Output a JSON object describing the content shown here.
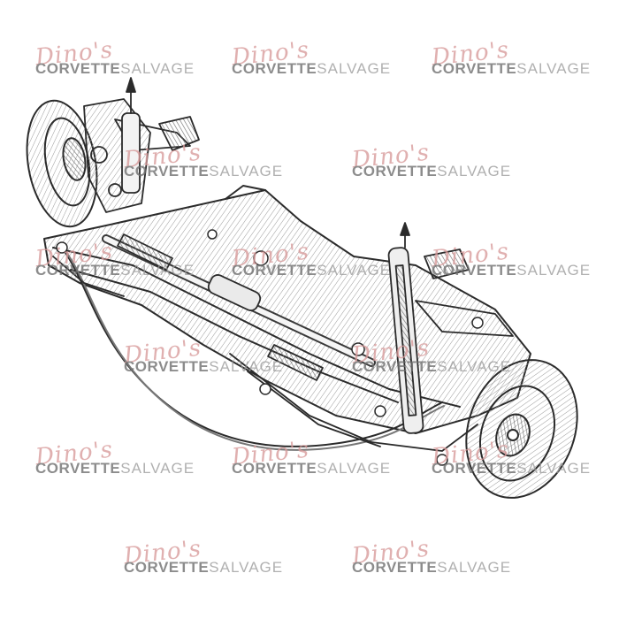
{
  "image": {
    "subject": "front-suspension-cradle-line-drawing"
  },
  "watermark": {
    "script": "Dino's",
    "brand_bold": "CORVETTE",
    "brand_light": "SALVAGE",
    "color_script": "#d89a9a",
    "color_text": "#7b7b7b"
  }
}
